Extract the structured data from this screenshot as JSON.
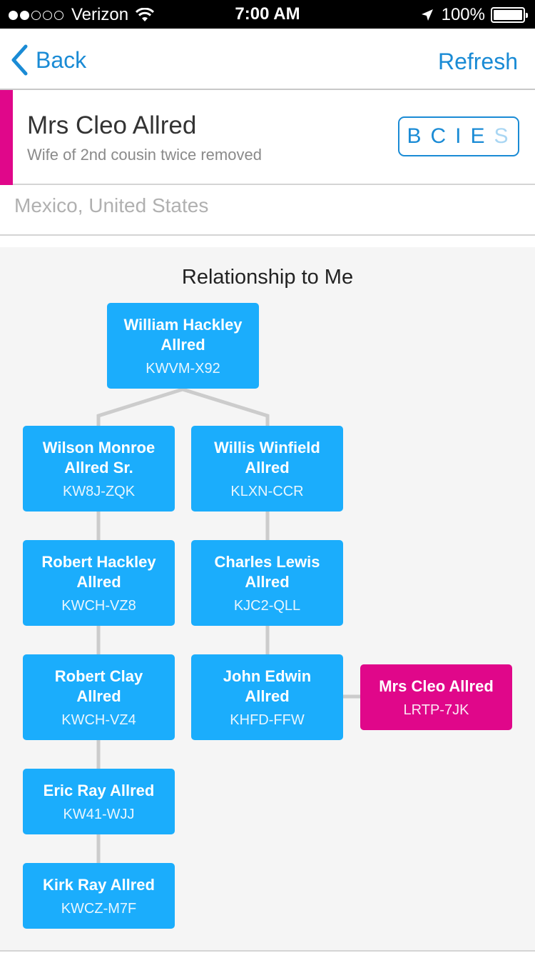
{
  "status_bar": {
    "carrier": "Verizon",
    "time": "7:00 AM",
    "battery": "100%"
  },
  "nav": {
    "back_label": "Back",
    "refresh_label": "Refresh"
  },
  "person": {
    "name": "Mrs Cleo Allred",
    "relationship": "Wife of 2nd cousin twice removed",
    "badge_letters": "BCIE",
    "badge_faded": "S",
    "location": "Mexico, United States"
  },
  "chart": {
    "title": "Relationship to Me",
    "nodes": [
      {
        "name": "William Hackley Allred",
        "pid": "KWVM-X92"
      },
      {
        "name": "Wilson Monroe Allred Sr.",
        "pid": "KW8J-ZQK"
      },
      {
        "name": "Willis Winfield Allred",
        "pid": "KLXN-CCR"
      },
      {
        "name": "Robert Hackley Allred",
        "pid": "KWCH-VZ8"
      },
      {
        "name": "Charles Lewis Allred",
        "pid": "KJC2-QLL"
      },
      {
        "name": "Robert Clay Allred",
        "pid": "KWCH-VZ4"
      },
      {
        "name": "John Edwin Allred",
        "pid": "KHFD-FFW"
      },
      {
        "name": "Mrs Cleo Allred",
        "pid": "LRTP-7JK"
      },
      {
        "name": "Eric Ray Allred",
        "pid": "KW41-WJJ"
      },
      {
        "name": "Kirk Ray Allred",
        "pid": "KWCZ-M7F"
      }
    ]
  },
  "colors": {
    "accent": "#1a8bd5",
    "node": "#1badfc",
    "self_node": "#e0078a"
  }
}
